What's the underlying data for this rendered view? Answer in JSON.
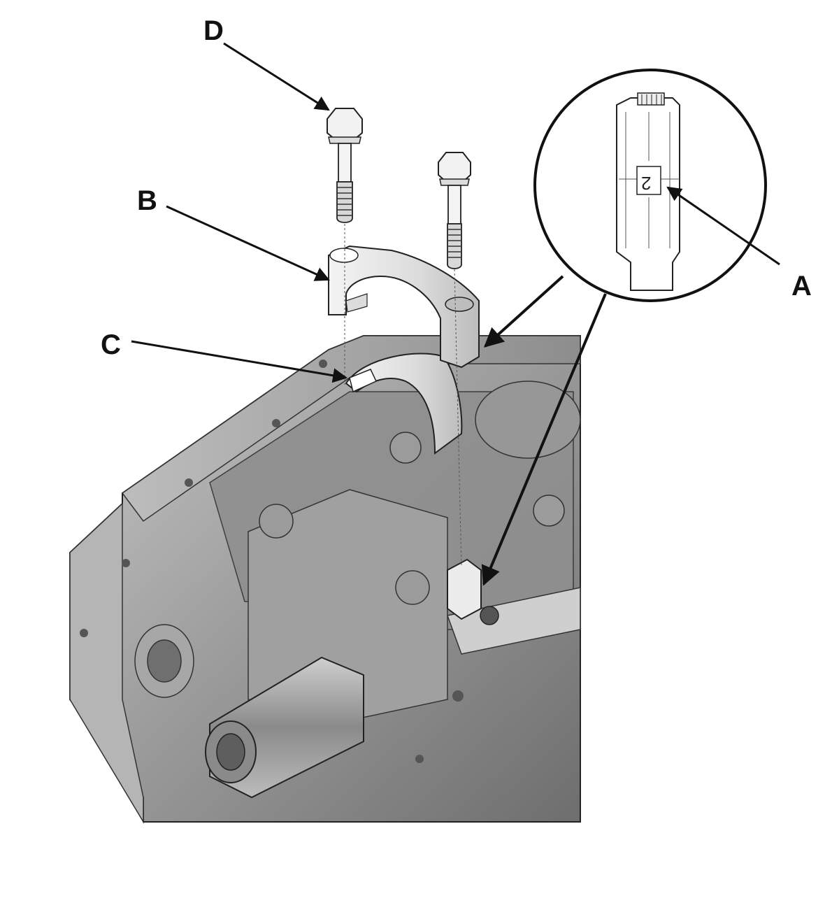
{
  "callouts": {
    "a": "A",
    "b": "B",
    "c": "C",
    "d": "D"
  },
  "detail_mark": "2",
  "colors": {
    "line": "#111111",
    "block_dark": "#7a7a7a",
    "block_mid": "#a8a8a8",
    "block_light": "#d6d6d6",
    "part_light": "#e8e8e8"
  }
}
